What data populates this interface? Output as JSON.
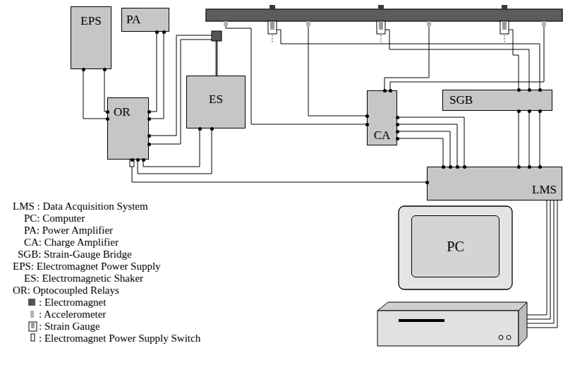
{
  "diagram": {
    "nodes": [
      {
        "text": [
          "EPS"
        ]
      },
      {
        "text": [
          "PA"
        ]
      },
      {
        "text": [
          "ES"
        ]
      },
      {
        "text": [
          "OR"
        ]
      },
      {
        "text": [
          "CA"
        ]
      },
      {
        "text": [
          "SGB"
        ]
      },
      {
        "text": [
          "LMS"
        ]
      },
      {
        "text": [
          "PC"
        ]
      }
    ],
    "edges": [
      {
        "from": 0,
        "to": 3,
        "arrow": "none"
      },
      {
        "from": 1,
        "to": 3,
        "arrow": "none"
      },
      {
        "from": 3,
        "to": 2,
        "arrow": "none"
      },
      {
        "from": 3,
        "to": 6,
        "arrow": "none"
      },
      {
        "from": 4,
        "to": 6,
        "arrow": "none"
      },
      {
        "from": 5,
        "to": 6,
        "arrow": "none"
      }
    ],
    "labels": [
      "LMS : Data Acquisition System",
      "PC: Computer",
      "PA: Power Amplifier",
      "CA: Charge Amplifier",
      "SGB: Strain-Gauge Bridge",
      "EPS: Electromagnet Power Supply",
      "ES: Electromagnetic Shaker",
      "OR: Optocoupled Relays"
    ],
    "legend": [
      {
        "text": ": Electromagnet",
        "color": "#555555"
      },
      {
        "text": ": Accelerometer",
        "color": "#b3b3b3"
      },
      {
        "text": ": Strain Gauge"
      },
      {
        "text": ": Electromagnet Power Supply Switch"
      }
    ]
  }
}
